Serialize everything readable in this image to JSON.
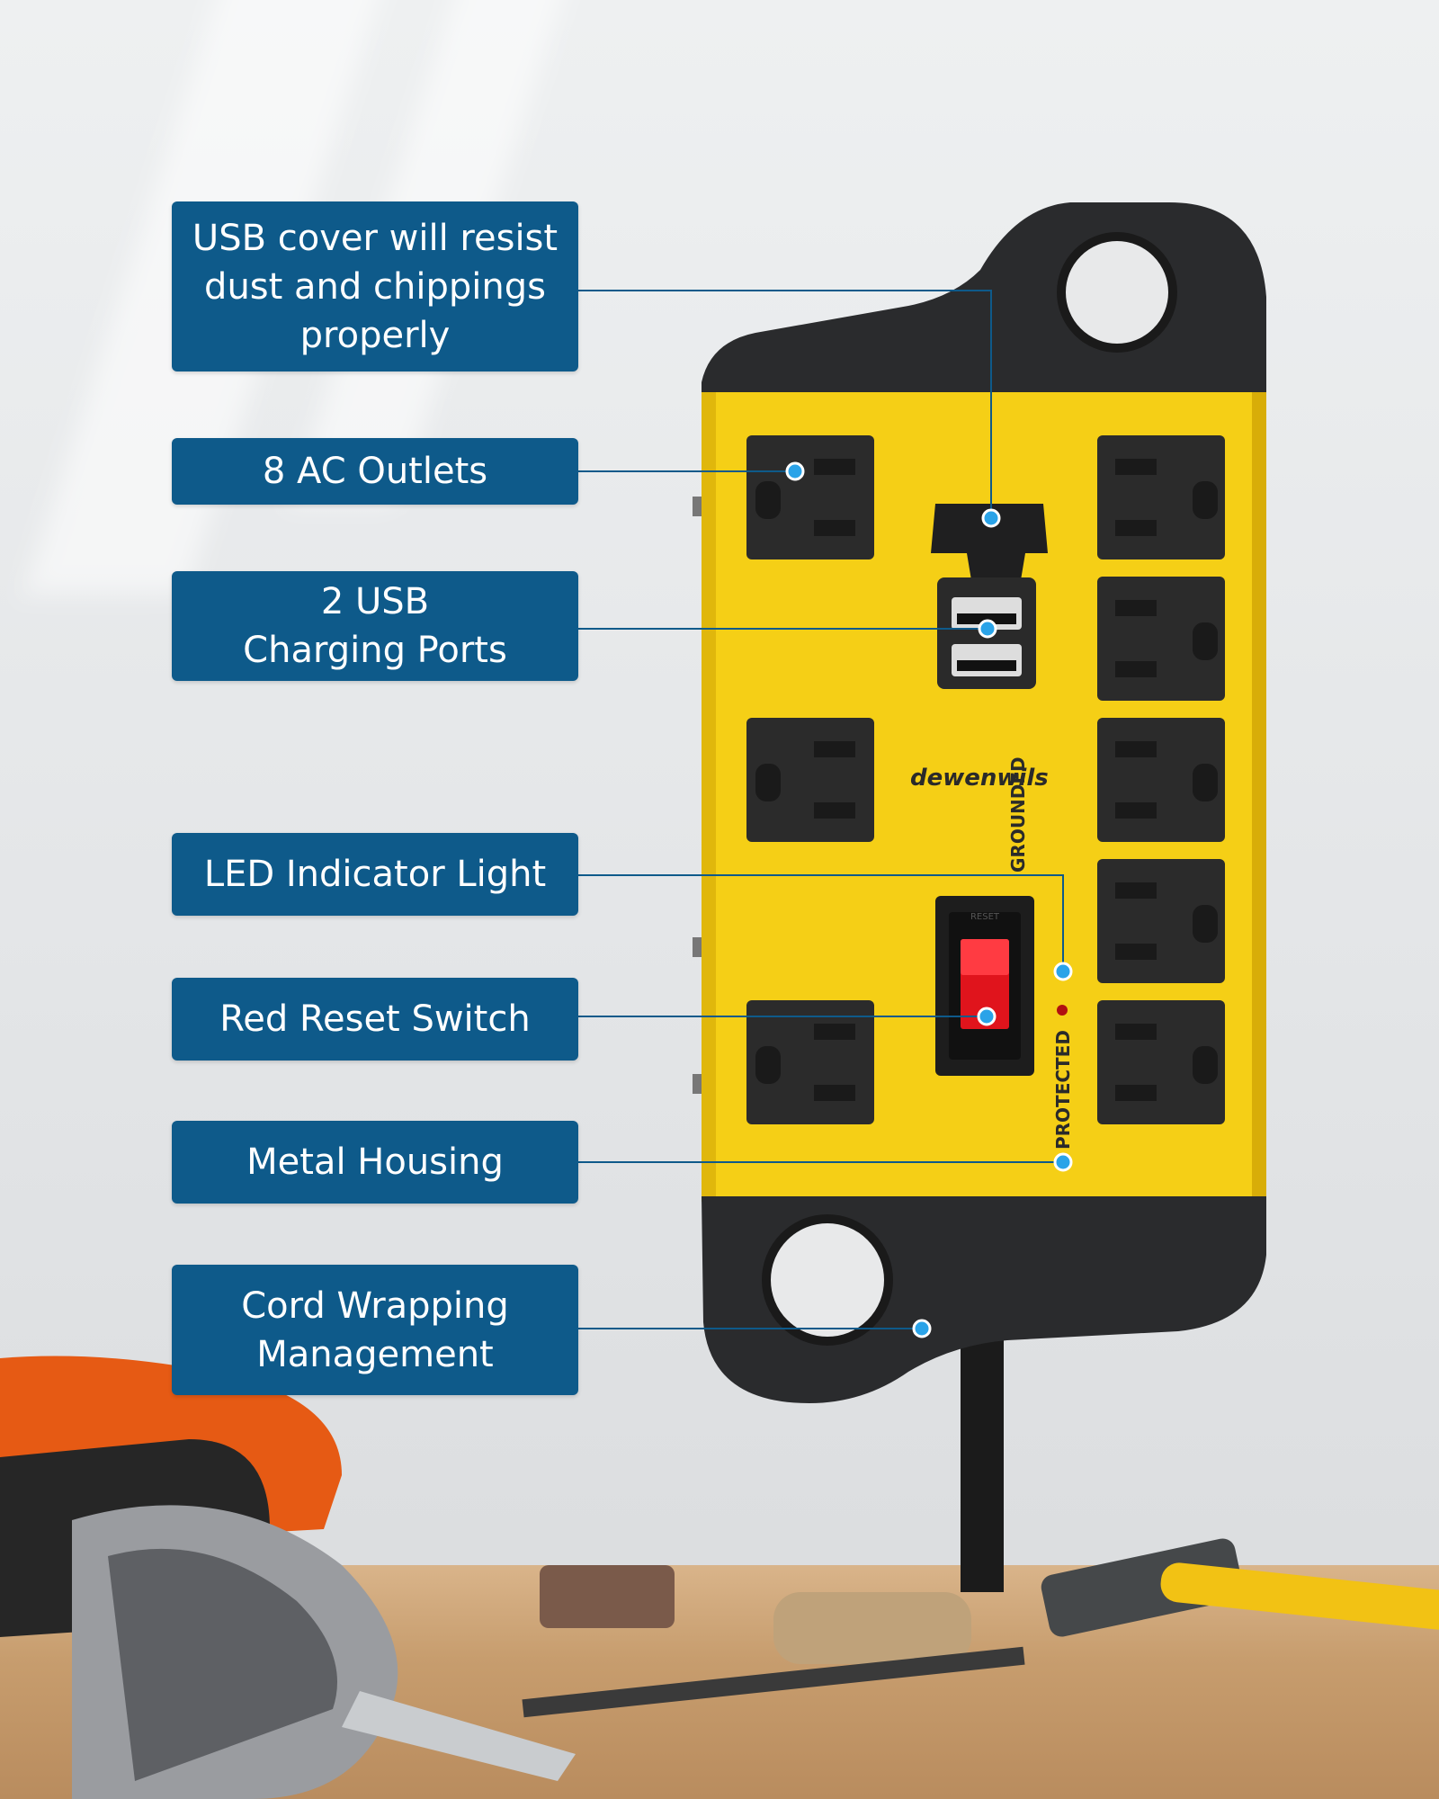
{
  "callouts": [
    {
      "id": "usb-cover",
      "text": "USB cover will resist\ndust and chippings\nproperly"
    },
    {
      "id": "ac-outlets",
      "text": "8 AC Outlets"
    },
    {
      "id": "usb-ports",
      "text": "2 USB\nCharging Ports"
    },
    {
      "id": "led",
      "text": "LED Indicator Light"
    },
    {
      "id": "reset",
      "text": "Red Reset Switch"
    },
    {
      "id": "housing",
      "text": "Metal Housing"
    },
    {
      "id": "cord",
      "text": "Cord Wrapping\nManagement"
    }
  ],
  "product": {
    "brand": "dewenwils",
    "grounded_label": "GROUNDED",
    "protected_label": "PROTECTED",
    "switch_label": "RESET"
  },
  "colors": {
    "label_bg": "#0e5a8a",
    "housing_yellow": "#f5cf16",
    "cap_dark": "#2a2b2d",
    "leader_line": "#0e5a8a",
    "dot": "#2aa3e8"
  }
}
